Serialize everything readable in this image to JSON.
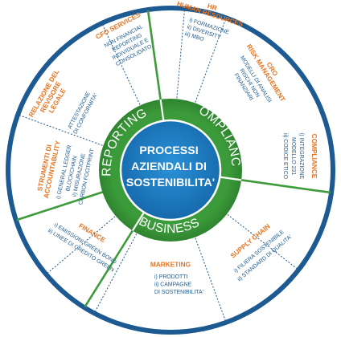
{
  "center": {
    "lines": [
      "PROCESSI",
      "AZIENDALI DI",
      "SOSTENIBILITA'"
    ]
  },
  "ring": {
    "labels": [
      "REPORTING",
      "COMPLIANCE",
      "BUSINESS"
    ]
  },
  "segments": [
    {
      "title": [
        "CFO SERVICES"
      ],
      "items": [
        "NON FINANCIAL",
        "REPORTING",
        "INDIVIDUALE E",
        "CONSOLIDATO"
      ]
    },
    {
      "title": [
        "HR",
        "HUMAN RESOURCES"
      ],
      "items": [
        "i) FORMAZIONE",
        "ii) DIVERSITY",
        "iii) MBO"
      ]
    },
    {
      "title": [
        "CRO",
        "RISK MANAGEMENT"
      ],
      "items": [
        "MODELLI DI ANALISI",
        "RISCHI NON",
        "FINANZIARI"
      ]
    },
    {
      "title": [
        "COMPLIANCE"
      ],
      "items": [
        "i) INTEGRAZIONE",
        "MODELLO 231",
        "ii) CODICE ETICO"
      ]
    },
    {
      "title": [
        "SUPPLY CHAIN"
      ],
      "items": [
        "i) FILIERA SOSTENIBILE",
        "ii) STANDARD DI QUALITA'"
      ]
    },
    {
      "title": [
        "MARKETING"
      ],
      "items": [
        "i) PRODOTTI",
        "ii) CAMPAGNE",
        "DI SOSTENIBILITA'"
      ]
    },
    {
      "title": [
        "FINANCE"
      ],
      "items": [
        "i) EMISSIONI GREEN BOND",
        "ii) LINEE DI CREDITO GREEN"
      ]
    },
    {
      "title": [
        "STRUMENTI DI",
        "ACCOUNTABILITY"
      ],
      "items": [
        "i) GENERAL LEDGER",
        "BLOCKCHAIN",
        "ii) MISURAZIONE",
        "CARBON FOOTPRINT"
      ]
    },
    {
      "title": [
        "RELAZIONE DEL",
        "REVISORE",
        "LEGALE"
      ],
      "items": []
    },
    {
      "title": [],
      "items": [
        "ATTESTAZIONE",
        "DI CONFORMITA'"
      ]
    }
  ],
  "colors": {
    "outer_ring": "#1e5a92",
    "green_ring": "#3d9b3a",
    "core": "#1c7cc4",
    "title": "#e8731d",
    "item": "#1c5b8f"
  }
}
